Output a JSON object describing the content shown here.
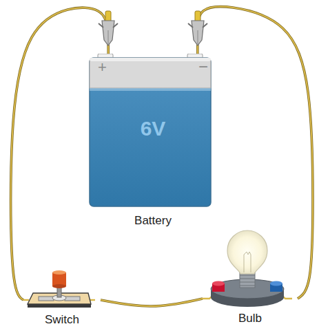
{
  "diagram": {
    "nodes": [
      {
        "text": [
          "+",
          "−",
          "6V",
          "Battery"
        ]
      },
      {
        "text": [
          "Switch"
        ]
      },
      {
        "text": [
          "Bulb"
        ]
      }
    ],
    "edges": [
      {
        "from": 0,
        "to": 1,
        "arrow": "none"
      },
      {
        "from": 1,
        "to": 2,
        "arrow": "none"
      },
      {
        "from": 2,
        "to": 0,
        "arrow": "none"
      }
    ]
  }
}
